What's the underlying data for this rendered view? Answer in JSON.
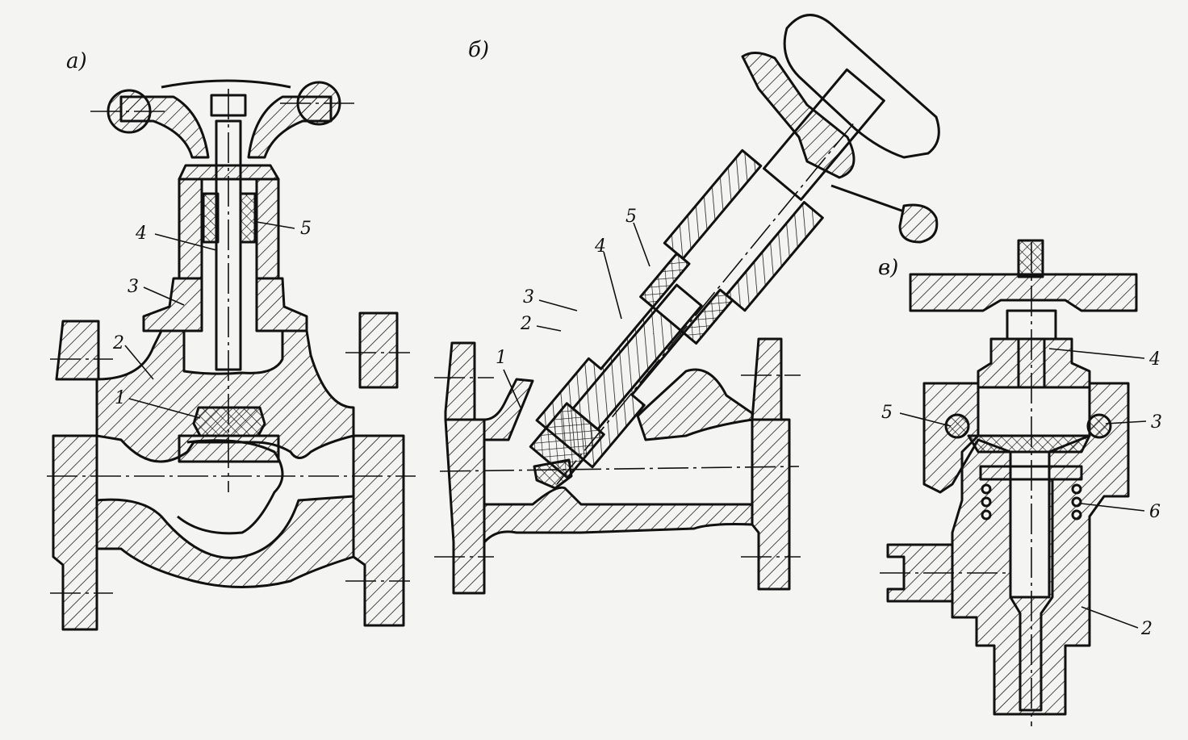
{
  "figure": {
    "views": [
      {
        "id": "a",
        "label": "а)",
        "parts": [
          "1",
          "2",
          "3",
          "4",
          "5"
        ]
      },
      {
        "id": "b",
        "label": "б)",
        "parts": [
          "1",
          "2",
          "3",
          "4",
          "5"
        ]
      },
      {
        "id": "v",
        "label": "в)",
        "parts": [
          "4",
          "5",
          "3",
          "6",
          "2"
        ]
      }
    ]
  }
}
